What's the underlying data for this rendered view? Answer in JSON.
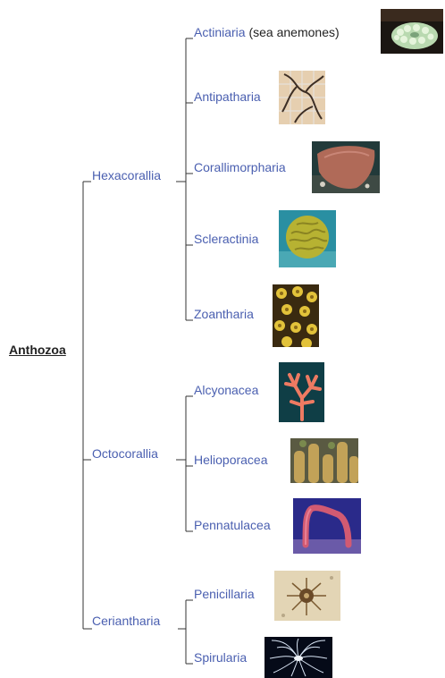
{
  "root": {
    "label": "Anthozoa"
  },
  "subclasses": [
    {
      "label": "Hexacorallia"
    },
    {
      "label": "Octocorallia"
    },
    {
      "label": "Ceriantharia"
    }
  ],
  "orders": [
    {
      "label": "Actiniaria",
      "note": "(sea anemones)",
      "image": "sea-anemone-photo"
    },
    {
      "label": "Antipatharia",
      "image": "black-coral-photo"
    },
    {
      "label": "Corallimorpharia",
      "image": "corallimorph-photo"
    },
    {
      "label": "Scleractinia",
      "image": "brain-coral-photo"
    },
    {
      "label": "Zoantharia",
      "image": "zoanthid-photo"
    },
    {
      "label": "Alcyonacea",
      "image": "soft-coral-photo"
    },
    {
      "label": "Helioporacea",
      "image": "blue-coral-photo"
    },
    {
      "label": "Pennatulacea",
      "image": "sea-pen-photo"
    },
    {
      "label": "Penicillaria",
      "image": "tube-anemone-photo"
    },
    {
      "label": "Spirularia",
      "image": "spirularia-photo"
    }
  ],
  "colors": {
    "line": "#333333",
    "label": "#4a5fb0",
    "root": "#222222"
  }
}
